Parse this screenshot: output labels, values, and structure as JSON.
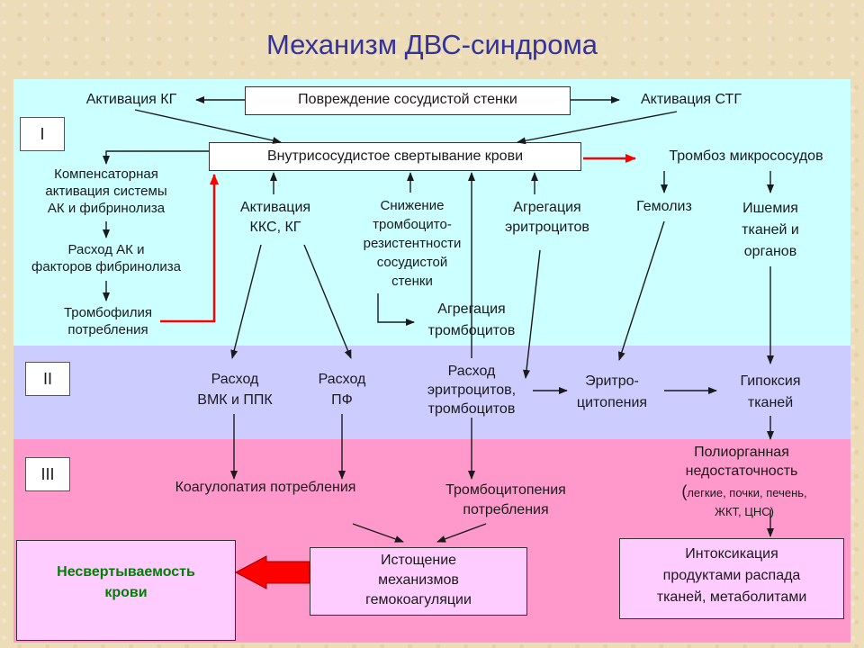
{
  "title": "Механизм ДВС-синдрома",
  "stages": [
    "I",
    "II",
    "III"
  ],
  "colors": {
    "band1": "#ccffff",
    "band2": "#ccccff",
    "band3": "#ff99cc",
    "title": "#333399",
    "highlight": "#008000",
    "red_arrow": "#ff0000"
  },
  "nodes": {
    "injury": "Повреждение сосудистой стенки",
    "kg_activation": "Активация КГ",
    "stg_activation": "Активация СТГ",
    "intravascular": "Внутрисосудистое свертывание крови",
    "microthrombosis": "Тромбоз микрососудов",
    "compensatory": [
      "Компенсаторная",
      "активация системы",
      "АК и фибринолиза"
    ],
    "consumption_ak": [
      "Расход АК и",
      "факторов фибринолиза"
    ],
    "thrombophilia": [
      "Тромбофилия",
      "потребления"
    ],
    "kks_kg": [
      "Активация",
      "ККС, КГ"
    ],
    "resistance": [
      "Снижение",
      "тромбоцито-",
      "резистентности",
      "сосудистой",
      "стенки"
    ],
    "erythro_aggregation": [
      "Агрегация",
      "эритроцитов"
    ],
    "hemolysis": "Гемолиз",
    "ischemia": [
      "Ишемия",
      "тканей и",
      "органов"
    ],
    "platelet_aggregation": [
      "Агрегация",
      "тромбоцитов"
    ],
    "vmk_ppk": [
      "Расход",
      "ВМК и ППК"
    ],
    "pf": [
      "Расход",
      "ПФ"
    ],
    "cells_consumption": [
      "Расход",
      "эритроцитов,",
      "тромбоцитов"
    ],
    "erythropenia": [
      "Эритро-",
      "цитопения"
    ],
    "hypoxia": [
      "Гипоксия",
      "тканей"
    ],
    "coagulopathy": "Коагулопатия потребления",
    "thrombocytopenia": [
      "Тромбоцитопения",
      "потребления"
    ],
    "multiorgan": [
      "Полиорганная",
      "недостаточность"
    ],
    "multiorgan_note_open": "(",
    "multiorgan_note": [
      "легкие, почки, печень,",
      "ЖКТ, ЦНС)"
    ],
    "exhaustion": [
      "Истощение",
      "механизмов",
      "гемокоагуляции"
    ],
    "non_clotting": [
      "Несвертываемость",
      "крови"
    ],
    "intoxication": [
      "Интоксикация",
      "продуктами распада",
      "тканей, метаболитами"
    ]
  }
}
